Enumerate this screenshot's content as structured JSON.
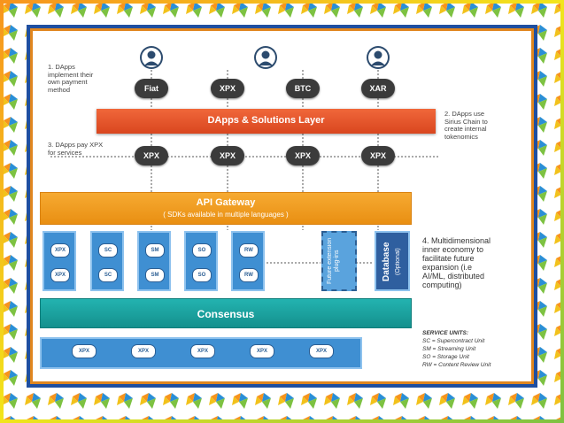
{
  "notes": {
    "n1": "1. DApps\nimplement their\nown payment\nmethod",
    "n2": "2. DApps use\nSirius Chain to\ncreate internal\ntokenomics",
    "n3": "3. DApps pay XPX\nfor services",
    "n4": "4. Multidimensional\ninner economy to\nfacilitate future\nexpansion (i.e\nAI/ML, distributed\ncomputing)"
  },
  "payment_tokens": [
    "Fiat",
    "XPX",
    "BTC",
    "XAR"
  ],
  "service_tokens": [
    "XPX",
    "XPX",
    "XPX",
    "XPX"
  ],
  "dapps_layer": {
    "title": "DApps & Solutions Layer"
  },
  "api_gateway": {
    "title": "API Gateway",
    "subtitle": "( SDKs available in multiple languages )"
  },
  "service_units": [
    {
      "label": "XPX"
    },
    {
      "label": "SC"
    },
    {
      "label": "SM"
    },
    {
      "label": "SO"
    },
    {
      "label": "RW"
    }
  ],
  "future_extension": "Future extension\nplug-ins",
  "database": {
    "title": "Database",
    "subtitle": "(Optional)"
  },
  "consensus": {
    "title": "Consensus"
  },
  "bottom_nodes": [
    "XPX",
    "XPX",
    "XPX",
    "XPX",
    "XPX"
  ],
  "legend": {
    "title": "SERVICE UNITS:",
    "items": [
      "SC = Supercontract Unit",
      "SM = Streaming Unit",
      "SO = Storage Unit",
      "RW = Content Review Unit"
    ]
  },
  "colors": {
    "dapps_layer": "#e9572b",
    "api_gateway": "#f39c1e",
    "consensus": "#1aa6a3",
    "unit": "#3f8fd2",
    "database": "#2f5f9f",
    "frame_blue": "#1f4fa0",
    "border_green": "#7dc242",
    "border_orange": "#f7941d"
  }
}
